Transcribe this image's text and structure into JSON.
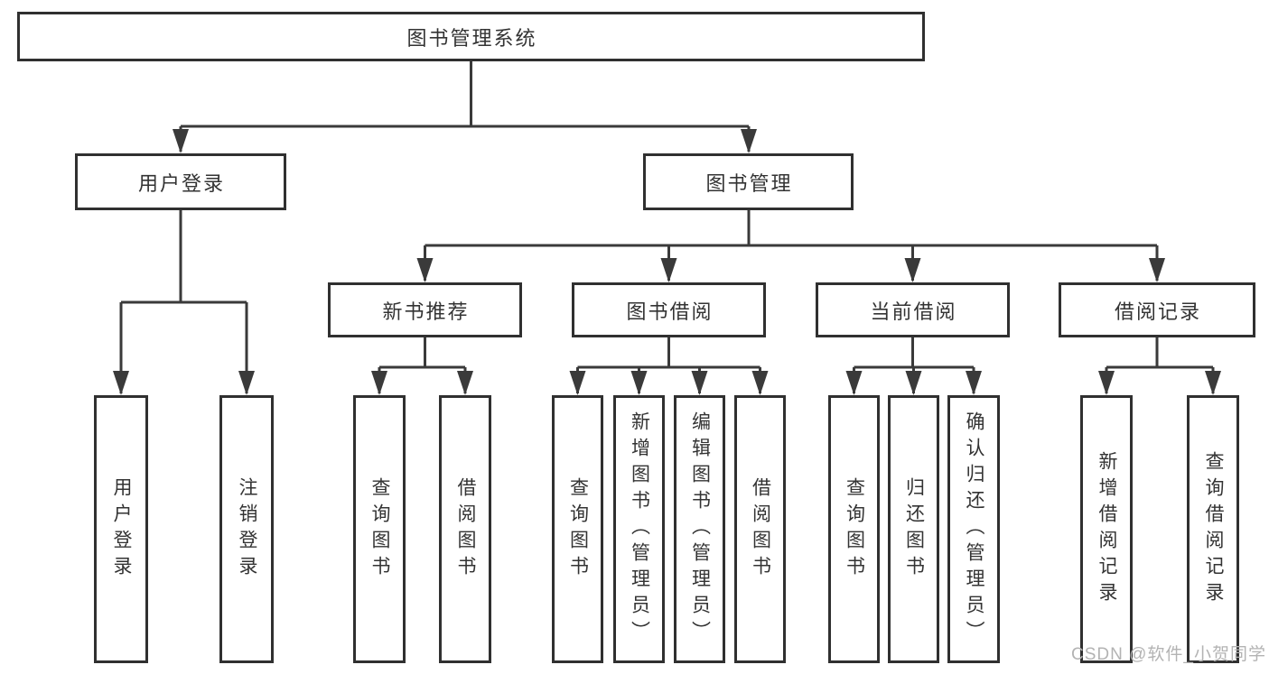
{
  "diagram": {
    "root": {
      "label": "图书管理系统"
    },
    "branches": [
      {
        "label": "用户登录",
        "children": [
          {
            "label": "用户登录"
          },
          {
            "label": "注销登录"
          }
        ]
      },
      {
        "label": "图书管理",
        "children": [
          {
            "label": "新书推荐",
            "children": [
              {
                "label": "查询图书"
              },
              {
                "label": "借阅图书"
              }
            ]
          },
          {
            "label": "图书借阅",
            "children": [
              {
                "label": "查询图书"
              },
              {
                "label": "新增图书（管理员）"
              },
              {
                "label": "编辑图书（管理员）"
              },
              {
                "label": "借阅图书"
              }
            ]
          },
          {
            "label": "当前借阅",
            "children": [
              {
                "label": "查询图书"
              },
              {
                "label": "归还图书"
              },
              {
                "label": "确认归还（管理员）"
              }
            ]
          },
          {
            "label": "借阅记录",
            "children": [
              {
                "label": "新增借阅记录"
              },
              {
                "label": "查询借阅记录"
              }
            ]
          }
        ]
      }
    ]
  },
  "watermark": {
    "text": "CSDN @软件_小贺同学"
  },
  "colors": {
    "line": "#3a3a3a",
    "box_border": "#303030",
    "text": "#333333",
    "watermark": "#b3b3b3",
    "background": "#ffffff"
  }
}
